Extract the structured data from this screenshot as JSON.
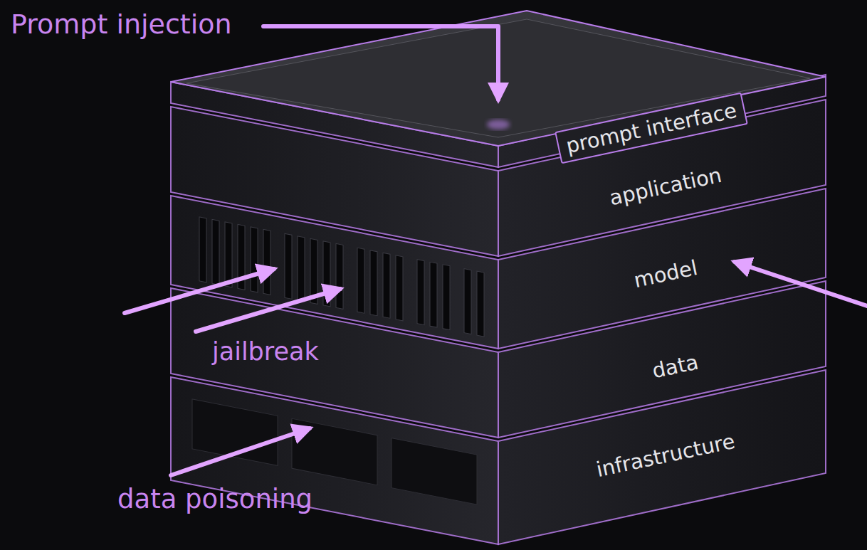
{
  "diagram": {
    "nodes": [
      {
        "text": [
          "prompt interface"
        ]
      },
      {
        "text": [
          "application"
        ]
      },
      {
        "text": [
          "model"
        ]
      },
      {
        "text": [
          "data"
        ]
      },
      {
        "text": [
          "infrastructure"
        ]
      }
    ],
    "labels": [
      "Prompt injection",
      "jailbreak",
      "data poisoning"
    ]
  }
}
